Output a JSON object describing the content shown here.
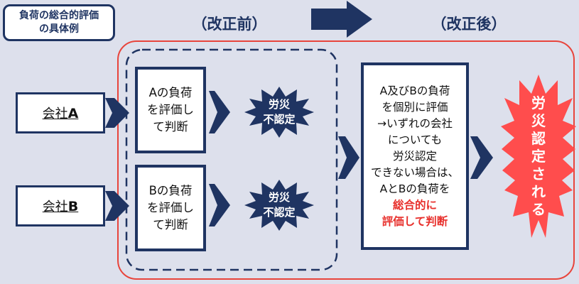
{
  "tag": {
    "line1": "負荷の総合的評価",
    "line2": "の具体例"
  },
  "headings": {
    "before": "（改正前）",
    "after": "（改正後）"
  },
  "companies": [
    {
      "prefix": "会社",
      "letter": "A"
    },
    {
      "prefix": "会社",
      "letter": "B"
    }
  ],
  "boxes": [
    {
      "lines": [
        "Aの負荷",
        "を評価し",
        "て判断"
      ]
    },
    {
      "lines": [
        "Bの負荷",
        "を評価し",
        "て判断"
      ]
    }
  ],
  "bursts": [
    {
      "lines": [
        "労災",
        "不認定"
      ]
    },
    {
      "lines": [
        "労災",
        "不認定"
      ]
    }
  ],
  "after_box": {
    "lines": [
      "A及びBの負荷",
      "を個別に評価",
      "→いずれの会社",
      "についても",
      "労災認定",
      "できない場合は、",
      "AとBの負荷を"
    ],
    "highlight": [
      "総合的に",
      "評価して判断"
    ]
  },
  "result": {
    "chars": [
      "労",
      "災",
      "認",
      "定",
      "さ",
      "れ",
      "る"
    ]
  },
  "colors": {
    "navy": "#1f3462",
    "red": "#e8312d",
    "background": "#dde0ec"
  }
}
